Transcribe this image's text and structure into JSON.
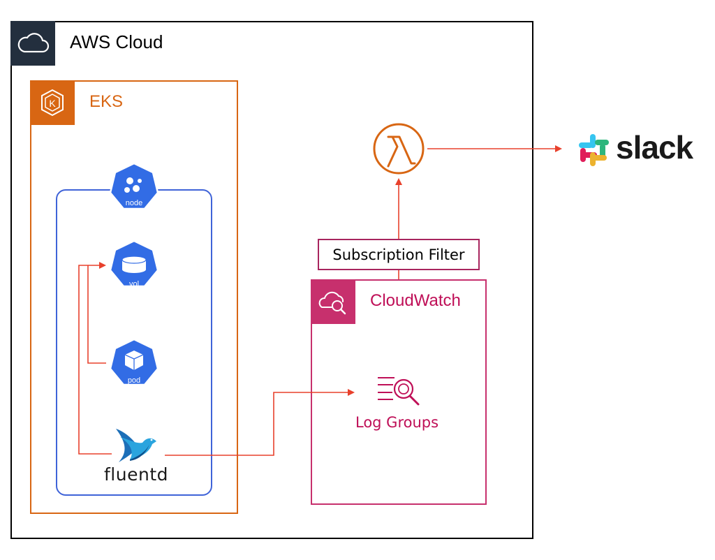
{
  "aws": {
    "title": "AWS Cloud",
    "icon": "cloud-icon"
  },
  "eks": {
    "title": "EKS",
    "icon": "eks-icon"
  },
  "node": {
    "icon_label": "node",
    "volume_label": "vol",
    "pod_label": "pod"
  },
  "fluentd": {
    "label": "fluentd",
    "icon": "fluentd-bird-icon"
  },
  "cloudwatch": {
    "title": "CloudWatch",
    "icon": "cloudwatch-icon"
  },
  "log_groups": {
    "label": "Log Groups",
    "icon": "log-groups-icon"
  },
  "subscription_filter": {
    "label": "Subscription Filter"
  },
  "lambda": {
    "icon": "lambda-icon"
  },
  "slack": {
    "label": "slack",
    "icon": "slack-logo-icon"
  },
  "colors": {
    "aws_dark": "#232f3e",
    "eks_orange": "#d86613",
    "k8s_blue": "#326ce5",
    "cloudwatch_pink": "#c7306d",
    "arrow_red": "#e8412c"
  }
}
